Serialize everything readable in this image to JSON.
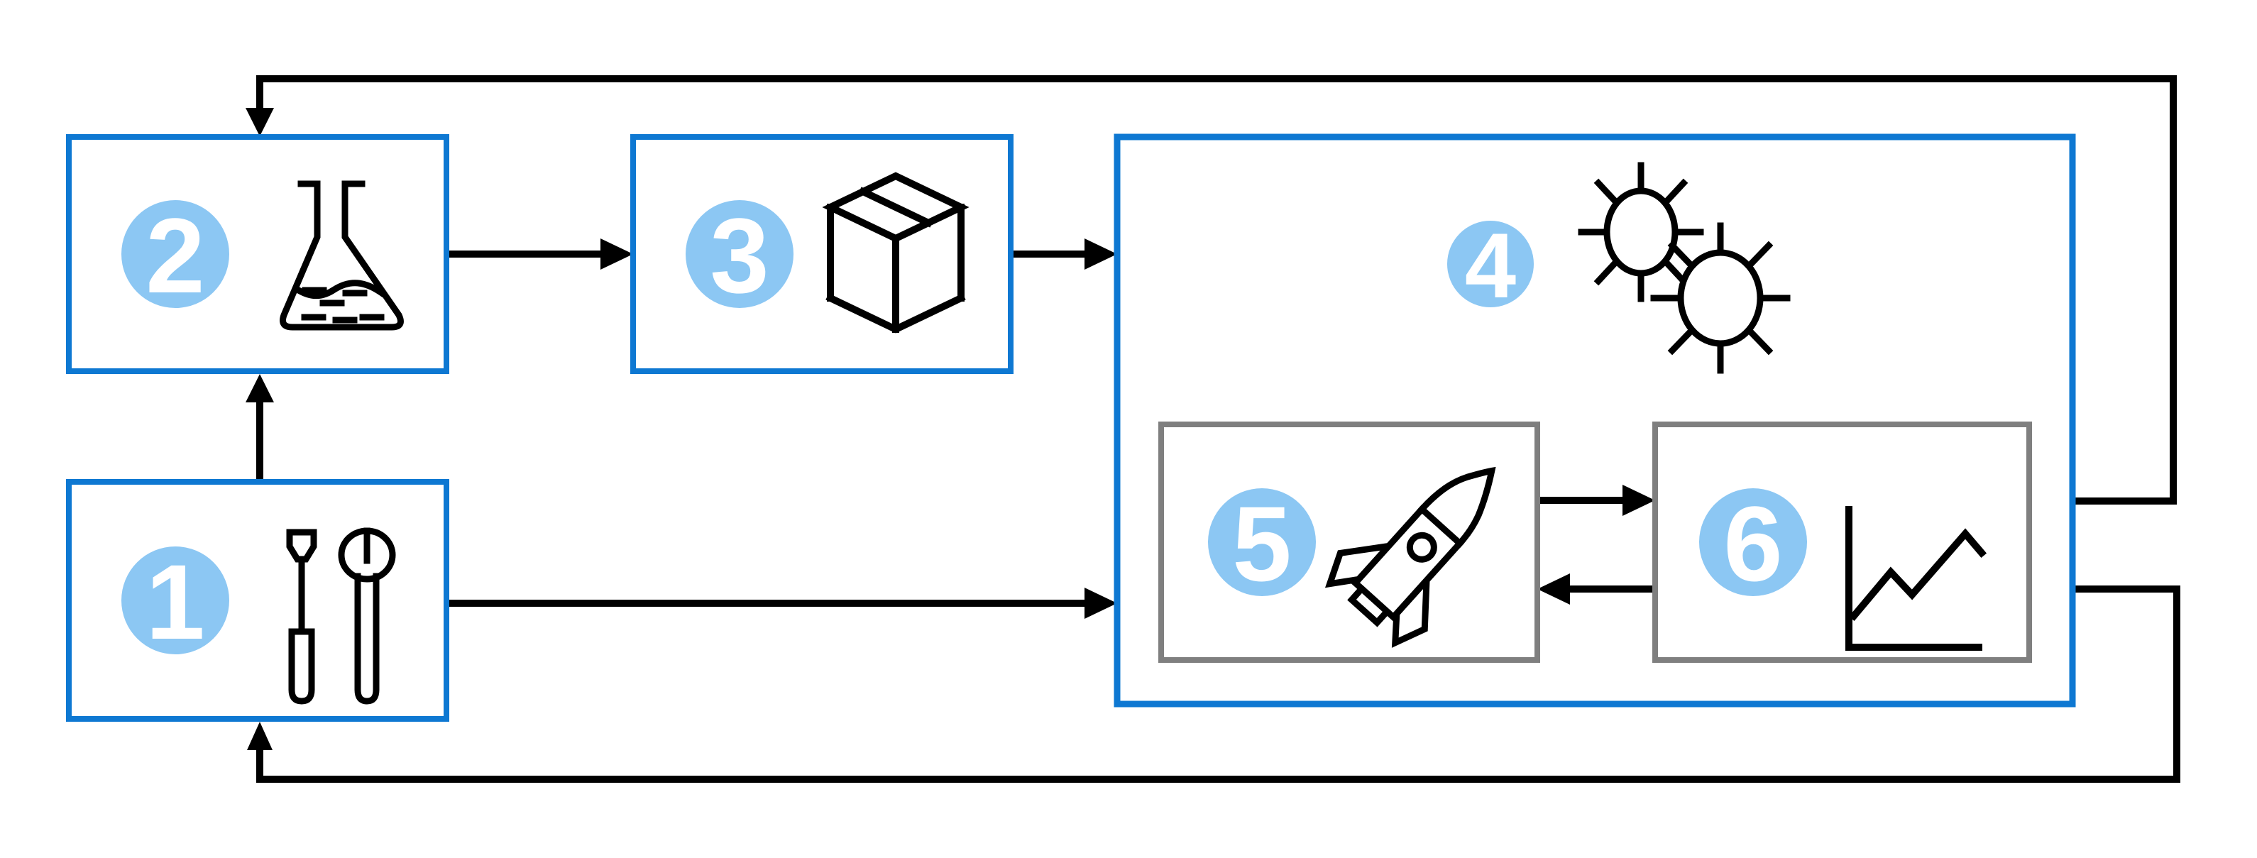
{
  "colors": {
    "accent": "#0e78d2",
    "node_border_gray": "#7f7f7f",
    "badge_fill": "#8cc7f3",
    "badge_text": "#ffffff",
    "line": "#000000",
    "background": "#ffffff"
  },
  "nodes": [
    {
      "number": "1",
      "icon": "screwdriver-wrench-icon"
    },
    {
      "number": "2",
      "icon": "flask-icon"
    },
    {
      "number": "3",
      "icon": "package-icon"
    },
    {
      "number": "4",
      "icon": "microbes-icon"
    },
    {
      "number": "5",
      "icon": "rocket-icon"
    },
    {
      "number": "6",
      "icon": "line-chart-icon"
    }
  ],
  "edges": [
    {
      "from": "1",
      "to": "2"
    },
    {
      "from": "2",
      "to": "3"
    },
    {
      "from": "3",
      "to": "4"
    },
    {
      "from": "1",
      "to": "4"
    },
    {
      "from": "5",
      "to": "6"
    },
    {
      "from": "6",
      "to": "5"
    },
    {
      "from": "6",
      "to": "2",
      "route": "top-loop"
    },
    {
      "from": "6",
      "to": "1",
      "route": "bottom-loop"
    }
  ]
}
